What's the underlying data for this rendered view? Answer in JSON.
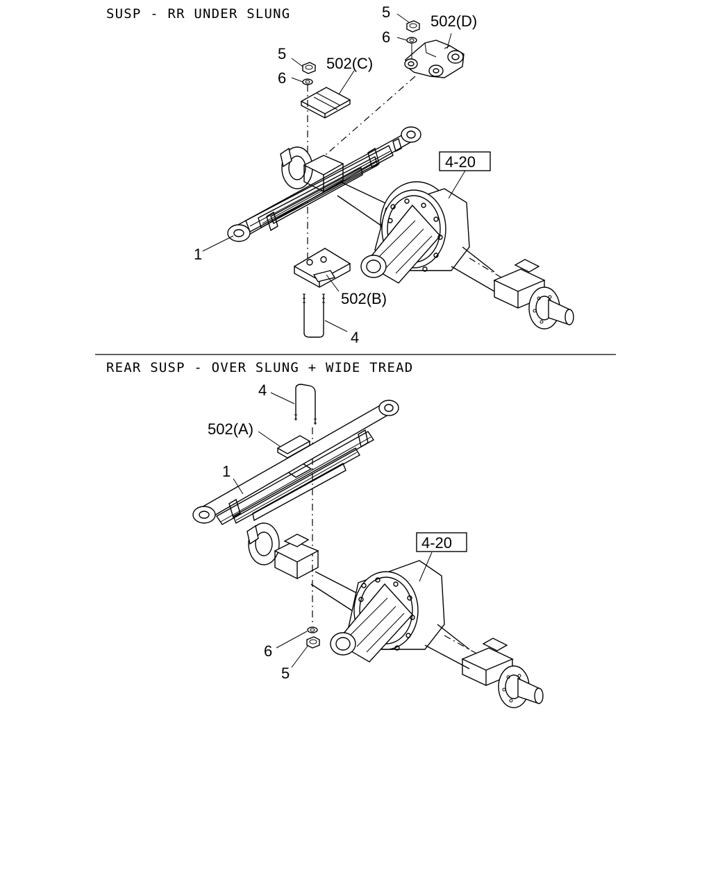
{
  "top_section": {
    "title": "SUSP - RR UNDER SLUNG",
    "labels": {
      "nut_d": "5",
      "washer_d": "6",
      "bracket_d": "502(D)",
      "nut_c": "5",
      "washer_c": "6",
      "plate_c": "502(C)",
      "ref_axle": "4-20",
      "leaf_spring": "1",
      "seat_b": "502(B)",
      "u_bolt": "4"
    }
  },
  "bottom_section": {
    "title": "REAR SUSP - OVER SLUNG + WIDE TREAD",
    "labels": {
      "u_bolt": "4",
      "plate_a": "502(A)",
      "leaf_spring": "1",
      "ref_axle": "4-20",
      "washer": "6",
      "nut": "5"
    }
  }
}
